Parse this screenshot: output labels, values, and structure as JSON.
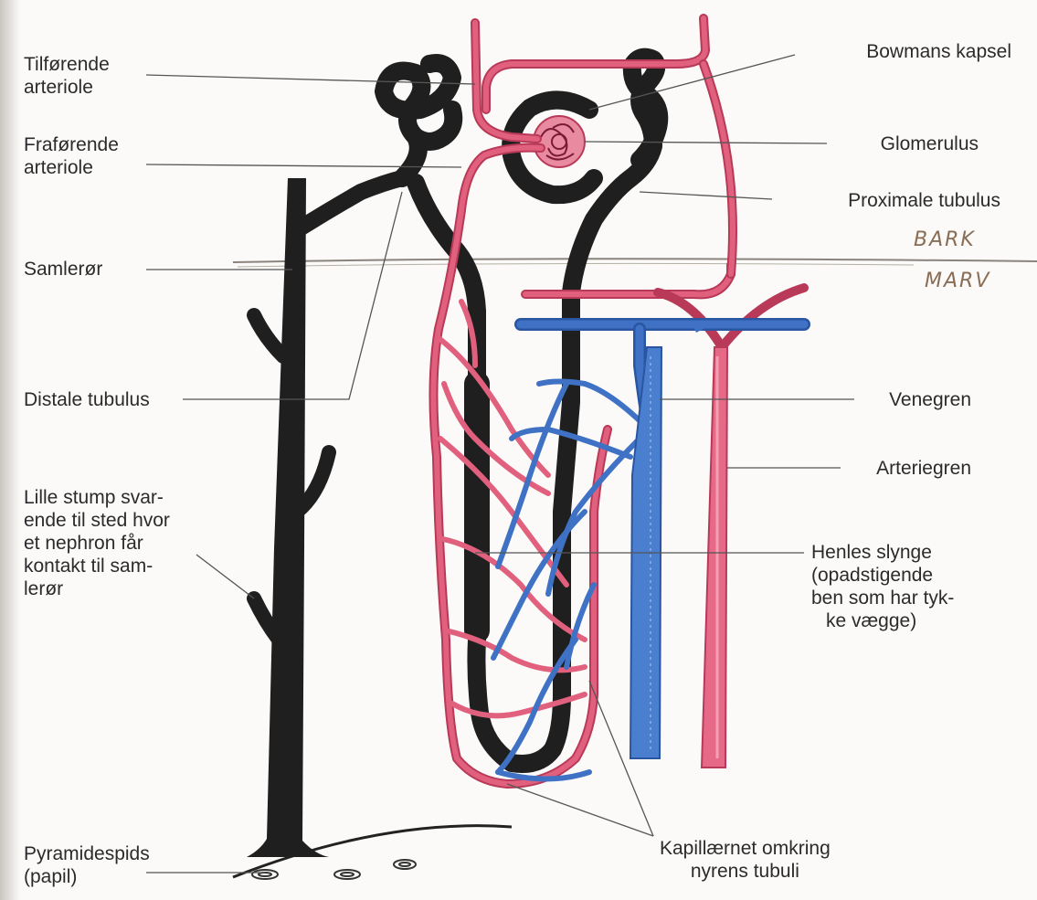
{
  "labels": {
    "tilforende": [
      "Tilførende",
      "arteriole"
    ],
    "fraforende": [
      "Fraførende",
      "arteriole"
    ],
    "samleror": "Samlerør",
    "distale": "Distale tubulus",
    "lille_stump": [
      "Lille stump svar-",
      "ende til sted hvor",
      "et nephron får",
      "kontakt til sam-",
      "lerør"
    ],
    "pyramidespids": [
      "Pyramidespids",
      "(papil)"
    ],
    "bowmans": "Bowmans kapsel",
    "glomerulus": "Glomerulus",
    "proximale": "Proximale tubulus",
    "bark": "BARK",
    "marv": "MARV",
    "venegren": "Venegren",
    "arteriegren": "Arteriegren",
    "henles": [
      "Henles slynge",
      "(opadstigende",
      "ben som har tyk-",
      "ke vægge)"
    ],
    "kapillaernet": [
      "Kapillærnet omkring",
      "nyrens tubuli"
    ]
  },
  "colors": {
    "tubule": "#1f1f1f",
    "artery": "#e0607e",
    "artery_dark": "#b83a58",
    "vein": "#3f72c4",
    "vein_dark": "#2a55a0",
    "leader": "#555555"
  },
  "icons": [
    "nephron-diagram"
  ]
}
